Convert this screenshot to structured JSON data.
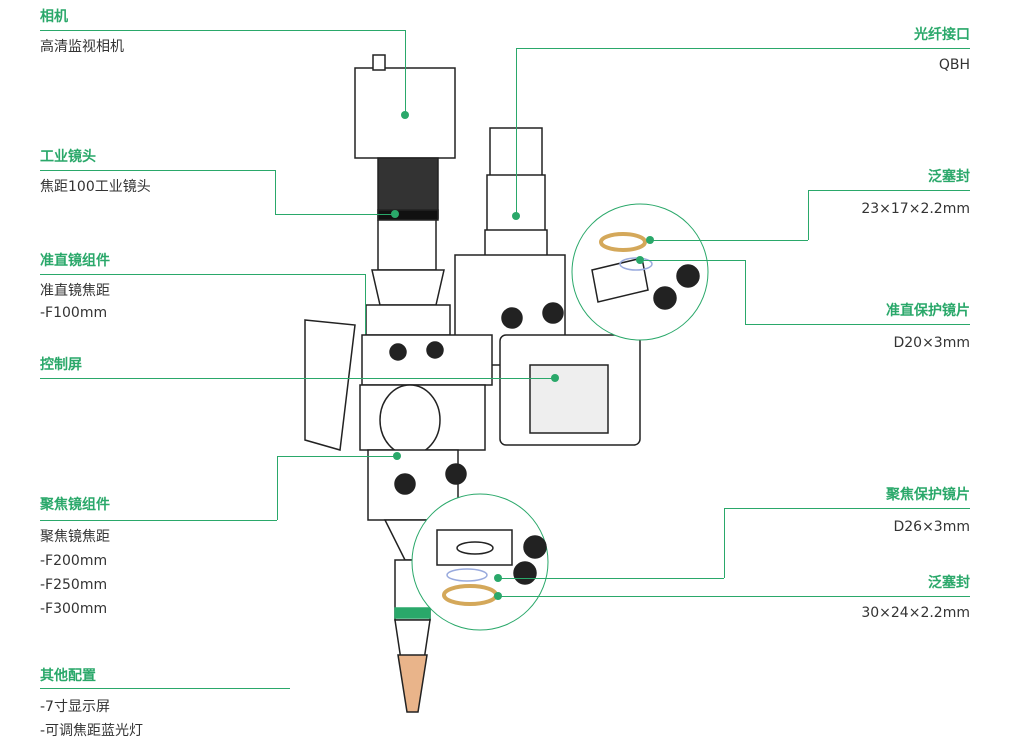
{
  "accent": "#2aa86a",
  "left": [
    {
      "title": "相机",
      "lines": [
        "高清监视相机"
      ]
    },
    {
      "title": "工业镜头",
      "lines": [
        "焦距100工业镜头"
      ]
    },
    {
      "title": "准直镜组件",
      "lines": [
        "准直镜焦距",
        "-F100mm"
      ]
    },
    {
      "title": "控制屏",
      "lines": []
    },
    {
      "title": "聚焦镜组件",
      "lines": [
        "聚焦镜焦距",
        "-F200mm",
        "-F250mm",
        "-F300mm"
      ]
    },
    {
      "title": "其他配置",
      "lines": [
        "-7寸显示屏",
        "-可调焦距蓝光灯"
      ]
    }
  ],
  "right": [
    {
      "title": "光纤接口",
      "lines": [
        "QBH"
      ]
    },
    {
      "title": "泛塞封",
      "lines": [
        "23×17×2.2mm"
      ]
    },
    {
      "title": "准直保护镜片",
      "lines": [
        "D20×3mm"
      ]
    },
    {
      "title": "聚焦保护镜片",
      "lines": [
        "D26×3mm"
      ]
    },
    {
      "title": "泛塞封",
      "lines": [
        "30×24×2.2mm"
      ]
    }
  ]
}
